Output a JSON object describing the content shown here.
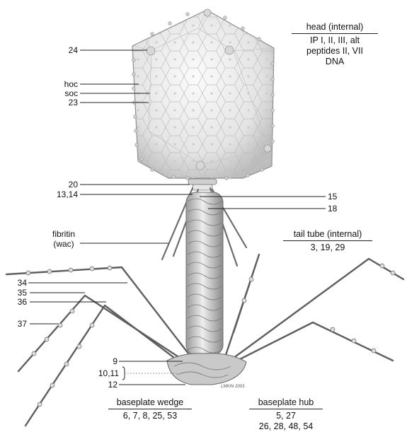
{
  "labels": {
    "l24": "24",
    "hoc": "hoc",
    "soc": "soc",
    "l23": "23",
    "l20": "20",
    "l1314": "13,14",
    "l15": "15",
    "l18": "18",
    "fibritin": "fibritin",
    "wac": "(wac)",
    "l34": "34",
    "l35": "35",
    "l36": "36",
    "l37": "37",
    "l9": "9",
    "l1011": "10,11",
    "l12": "12"
  },
  "head_internal": {
    "title": "head (internal)",
    "line1": "IP I, II, III, alt",
    "line2": "peptides II, VII",
    "line3": "DNA"
  },
  "tail_tube": {
    "title": "tail tube (internal)",
    "line1": "3, 19, 29"
  },
  "baseplate_wedge": {
    "title": "baseplate wedge",
    "line1": "6, 7, 8, 25, 53"
  },
  "baseplate_hub": {
    "title": "baseplate hub",
    "line1": "5, 27",
    "line2": "26, 28, 48, 54"
  },
  "signature": "LMKIN 2003"
}
